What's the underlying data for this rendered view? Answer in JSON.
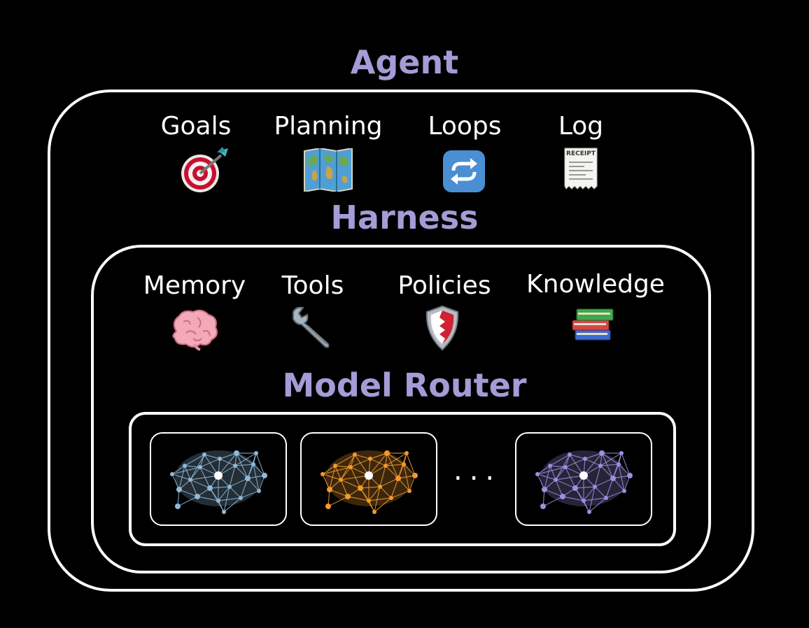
{
  "agent": {
    "title": "Agent",
    "items": [
      {
        "label": "Goals",
        "icon": "dart-target-icon"
      },
      {
        "label": "Planning",
        "icon": "world-map-icon"
      },
      {
        "label": "Loops",
        "icon": "repeat-arrows-icon"
      },
      {
        "label": "Log",
        "icon": "receipt-icon"
      }
    ]
  },
  "harness": {
    "title": "Harness",
    "items": [
      {
        "label": "Memory",
        "icon": "brain-icon"
      },
      {
        "label": "Tools",
        "icon": "wrench-icon"
      },
      {
        "label": "Policies",
        "icon": "shield-icon"
      },
      {
        "label": "Knowledge",
        "icon": "books-icon"
      }
    ]
  },
  "model_router": {
    "title": "Model Router",
    "ellipsis": "...",
    "models": [
      {
        "icon": "neural-network-icon",
        "color": "#8fb8d8"
      },
      {
        "icon": "neural-network-icon",
        "color": "#f29a2e"
      },
      {
        "icon": "neural-network-icon",
        "color": "#9d8fe0"
      }
    ]
  },
  "receipt_text": "RECEIPT"
}
